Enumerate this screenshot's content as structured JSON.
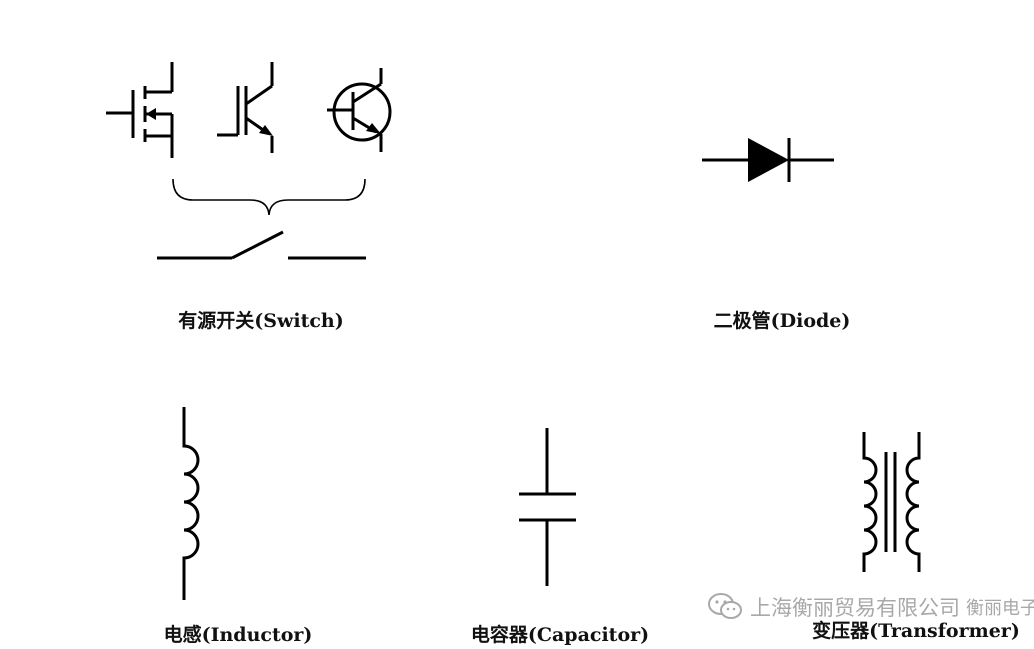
{
  "labels": {
    "switch": "有源开关(Switch)",
    "diode": "二极管(Diode)",
    "inductor": "电感(Inductor)",
    "capacitor": "电容器(Capacitor)",
    "transformer": "变压器(Transformer)"
  },
  "watermark": {
    "text": "上海衡丽贸易有限公司",
    "suffix": "衡丽电子"
  },
  "colors": {
    "stroke": "#000000",
    "text": "#111111",
    "watermark": "#9a9a9a"
  },
  "icons": [
    "mosfet-icon",
    "igbt-icon",
    "bjt-icon",
    "switch-icon",
    "diode-icon",
    "inductor-icon",
    "capacitor-icon",
    "transformer-icon",
    "wechat-icon"
  ]
}
